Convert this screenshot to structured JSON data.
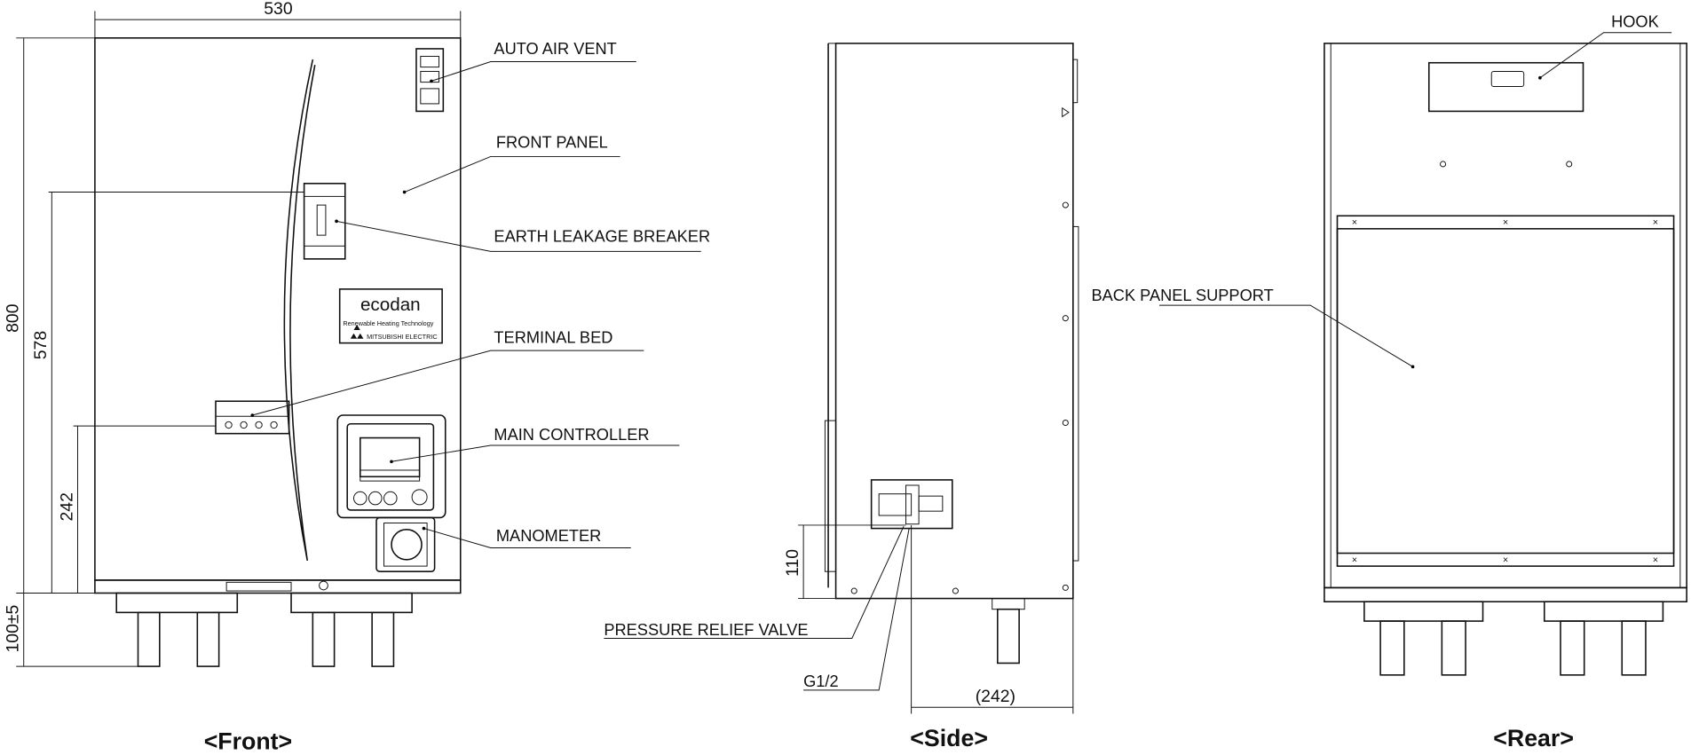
{
  "dimensions": {
    "width": "530",
    "height": "800",
    "breaker_height": "578",
    "terminal_height": "242",
    "bottom_clearance": "100±5",
    "relief_height": "110",
    "side_depth": "(242)"
  },
  "labels": {
    "auto_air_vent": "AUTO AIR VENT",
    "front_panel": "FRONT PANEL",
    "earth_leakage_breaker": "EARTH LEAKAGE BREAKER",
    "terminal_bed": "TERMINAL BED",
    "main_controller": "MAIN CONTROLLER",
    "manometer": "MANOMETER",
    "pressure_relief_valve": "PRESSURE RELIEF VALVE",
    "g12": "G1/2",
    "hook": "HOOK",
    "back_panel_support": "BACK PANEL SUPPORT"
  },
  "logo": {
    "brand": "ecodan",
    "tagline": "Renewable Heating Technology",
    "maker": "MITSUBISHI ELECTRIC"
  },
  "captions": {
    "front": "<Front>",
    "side": "<Side>",
    "rear": "<Rear>"
  }
}
